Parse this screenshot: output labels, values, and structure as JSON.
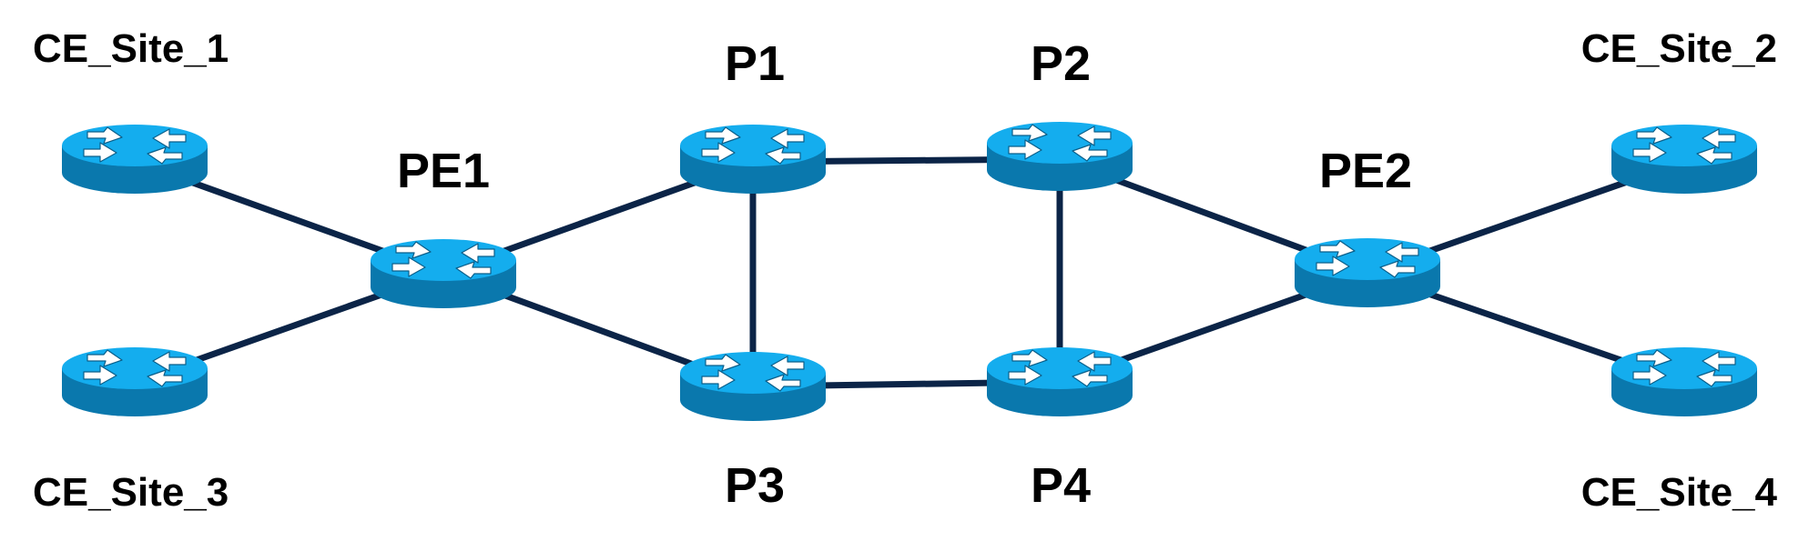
{
  "colors": {
    "link": "#0b2447",
    "router_top": "#14adee",
    "router_body": "#0a78ad",
    "router_arrow": "#ffffff",
    "label": "#000000"
  },
  "icon": "router-icon",
  "routers": [
    {
      "id": "ce1",
      "label": "CE_Site_1"
    },
    {
      "id": "ce3",
      "label": "CE_Site_3"
    },
    {
      "id": "pe1",
      "label": "PE1"
    },
    {
      "id": "p1",
      "label": "P1"
    },
    {
      "id": "p3",
      "label": "P3"
    },
    {
      "id": "p2",
      "label": "P2"
    },
    {
      "id": "p4",
      "label": "P4"
    },
    {
      "id": "pe2",
      "label": "PE2"
    },
    {
      "id": "ce2",
      "label": "CE_Site_2"
    },
    {
      "id": "ce4",
      "label": "CE_Site_4"
    }
  ],
  "links": [
    {
      "from": "ce1",
      "to": "pe1"
    },
    {
      "from": "ce3",
      "to": "pe1"
    },
    {
      "from": "pe1",
      "to": "p1"
    },
    {
      "from": "pe1",
      "to": "p3"
    },
    {
      "from": "p1",
      "to": "p2"
    },
    {
      "from": "p1",
      "to": "p3"
    },
    {
      "from": "p3",
      "to": "p4"
    },
    {
      "from": "p2",
      "to": "p4"
    },
    {
      "from": "p2",
      "to": "pe2"
    },
    {
      "from": "p4",
      "to": "pe2"
    },
    {
      "from": "pe2",
      "to": "ce2"
    },
    {
      "from": "pe2",
      "to": "ce4"
    }
  ]
}
